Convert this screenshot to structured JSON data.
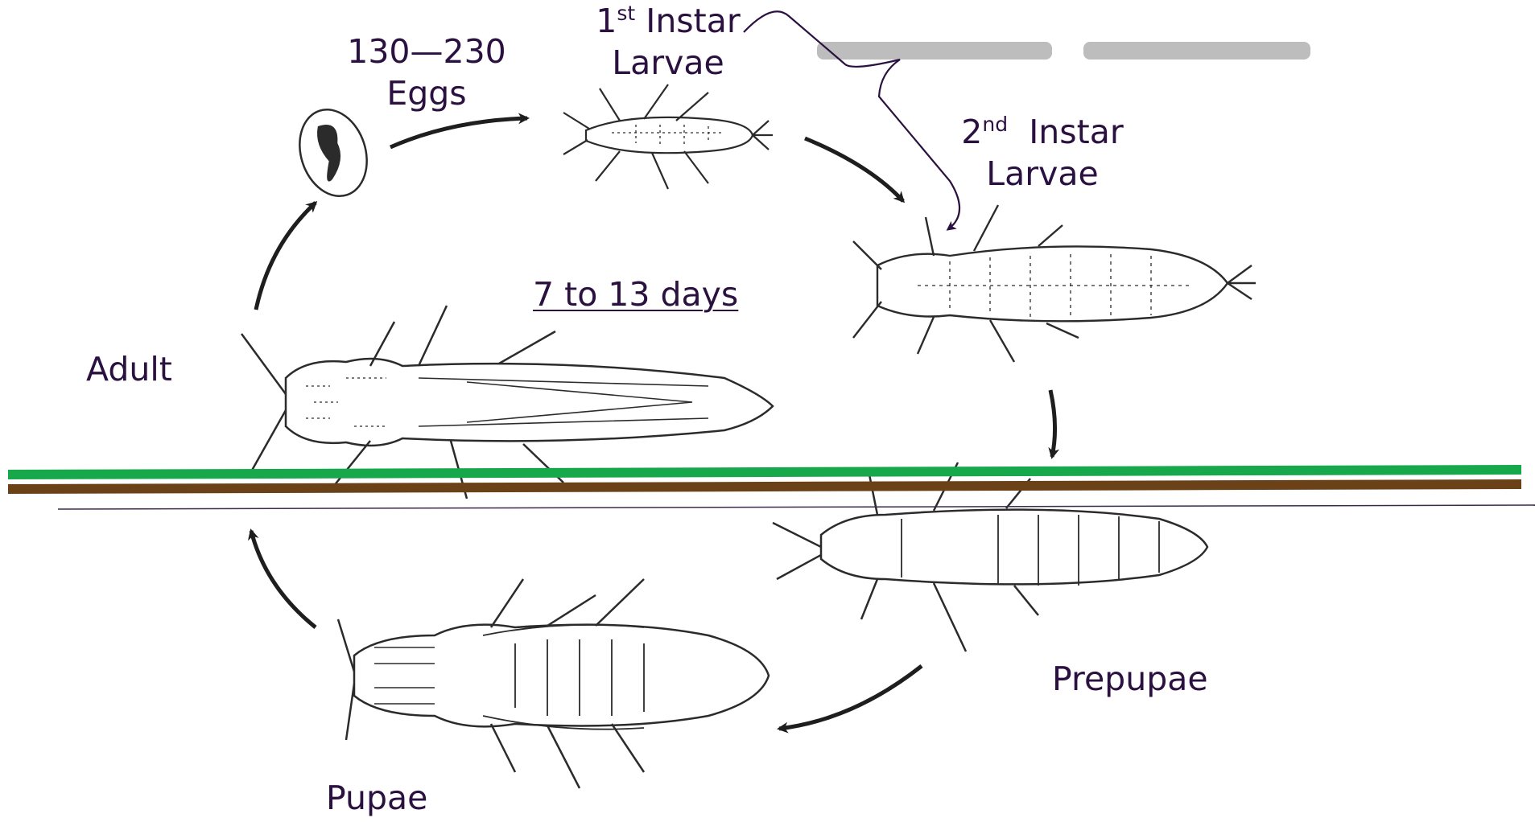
{
  "labels": {
    "eggs_count": "130—230",
    "eggs": "Eggs",
    "first_instar_num": "1",
    "first_instar_sup": "st",
    "first_instar_word": "Instar",
    "first_instar_larvae": "Larvae",
    "second_instar_num": "2",
    "second_instar_sup": "nd",
    "second_instar_word": "Instar",
    "second_instar_larvae": "Larvae",
    "adult": "Adult",
    "duration": "7 to 13 days",
    "prepupae": "Prepupae",
    "pupae": "Pupae"
  },
  "colors": {
    "label_text": "#2a1140",
    "arrow": "#1e1e1e",
    "ground_green": "#16a84a",
    "ground_brown": "#6b4218",
    "soil_line": "#3a2a4a",
    "top_bar": "#bdbdbd",
    "drawing_ink": "#2b2b2b"
  }
}
